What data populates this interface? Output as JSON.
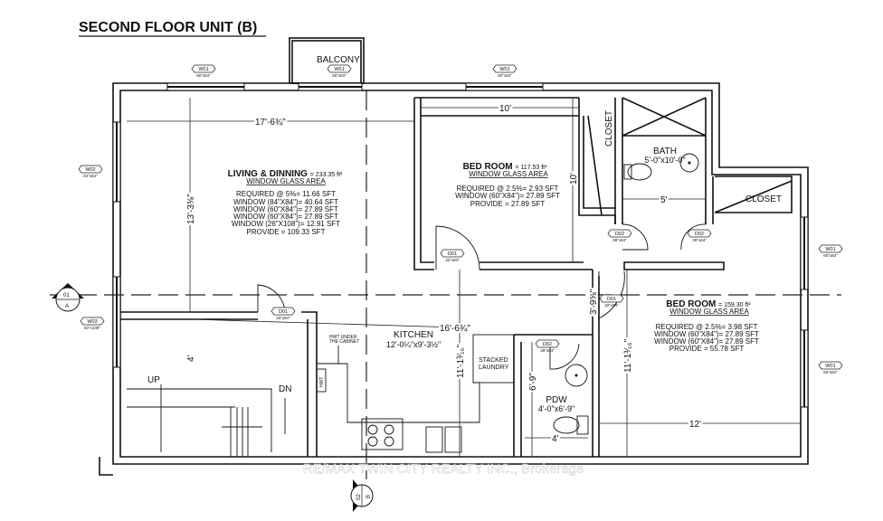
{
  "title": "SECOND FLOOR UNIT (B)",
  "watermark": "RE/MAX TWIN CITY REALTY INC., Brokerage",
  "rooms": {
    "balcony": "BALCONY",
    "living": {
      "name": "LIVING & DINNING",
      "area": "= 233.35 ft²",
      "heading": "WINDOW GLASS AREA",
      "lines": [
        "REQUIRED @ 5%= 11.66 SFT",
        "WINDOW (84\"X84\")= 40.64 SFT",
        "WINDOW (60\"X84\")= 27.89 SFT",
        "WINDOW (60\"X84\")= 27.89 SFT",
        "WINDOW (26\"X108\")= 12.91 SFT",
        "PROVIDE = 109.33 SFT"
      ]
    },
    "bedroom1": {
      "name": "BED ROOM",
      "area": "= 117.53 ft²",
      "heading": "WINDOW GLASS AREA",
      "lines": [
        "REQUIRED @ 2.5%= 2.93 SFT",
        "WINDOW (60\"X84\")= 27.89 SFT",
        "PROVIDE = 27.89 SFT"
      ]
    },
    "bedroom2": {
      "name": "BED ROOM",
      "area": "= 159.30 ft²",
      "heading": "WINDOW GLASS AREA",
      "lines": [
        "REQUIRED @ 2.5%= 3.98 SFT",
        "WINDOW (60\"X84\")= 27.89 SFT",
        "WINDOW (60\"X84\")= 27.89 SFT",
        "PROVIDE = 55.78 SFT"
      ]
    },
    "closet1": "CLOSET",
    "closet2": "CLOSET",
    "bath": {
      "name": "BATH",
      "size": "5'-0\"x10'-0\""
    },
    "kitchen": {
      "name": "KITCHEN",
      "size": "12'-0¼\"x9'-3½\""
    },
    "laundry": [
      "STACKED",
      "LAUNDRY"
    ],
    "pdw": {
      "name": "PDW",
      "size": "4'-0\"x6'-9\""
    },
    "hwt_note": [
      "HWT UNDER",
      "THE CABINET"
    ],
    "hwt": "HWT",
    "up": "UP",
    "dn": "DN"
  },
  "windows": [
    {
      "tag": "W01",
      "size": "60\"x84\""
    },
    {
      "tag": "W01",
      "size": "60\"x84\""
    },
    {
      "tag": "W01",
      "size": "60\"x84\""
    },
    {
      "tag": "W02",
      "size": "84\"x84\""
    },
    {
      "tag": "W03",
      "size": "60\"x108\""
    },
    {
      "tag": "W01",
      "size": "60\"x84\""
    },
    {
      "tag": "W01",
      "size": "60\"x84\""
    }
  ],
  "doors": [
    {
      "tag": "D01",
      "size": "32\"x84\""
    },
    {
      "tag": "D01",
      "size": "32\"x84\""
    },
    {
      "tag": "D02",
      "size": "28\"x84\""
    },
    {
      "tag": "D02",
      "size": "28\"x84\""
    },
    {
      "tag": "D01",
      "size": "32\"x84\""
    },
    {
      "tag": "D02",
      "size": "28\"x84\""
    }
  ],
  "dimensions": [
    "17'-6¾\"",
    "10'",
    "13'-3⅜\"",
    "10'",
    "5'",
    "3'-9⅝\"",
    "16'-6¾\"",
    "11'-1³⁄₁₆\"",
    "11'-1³⁄₁₆\"",
    "4'",
    "6'-9\"",
    "4'",
    "12'"
  ],
  "sections": [
    {
      "num": "01",
      "ref": "A"
    },
    {
      "num": "02",
      "ref": "B"
    }
  ]
}
